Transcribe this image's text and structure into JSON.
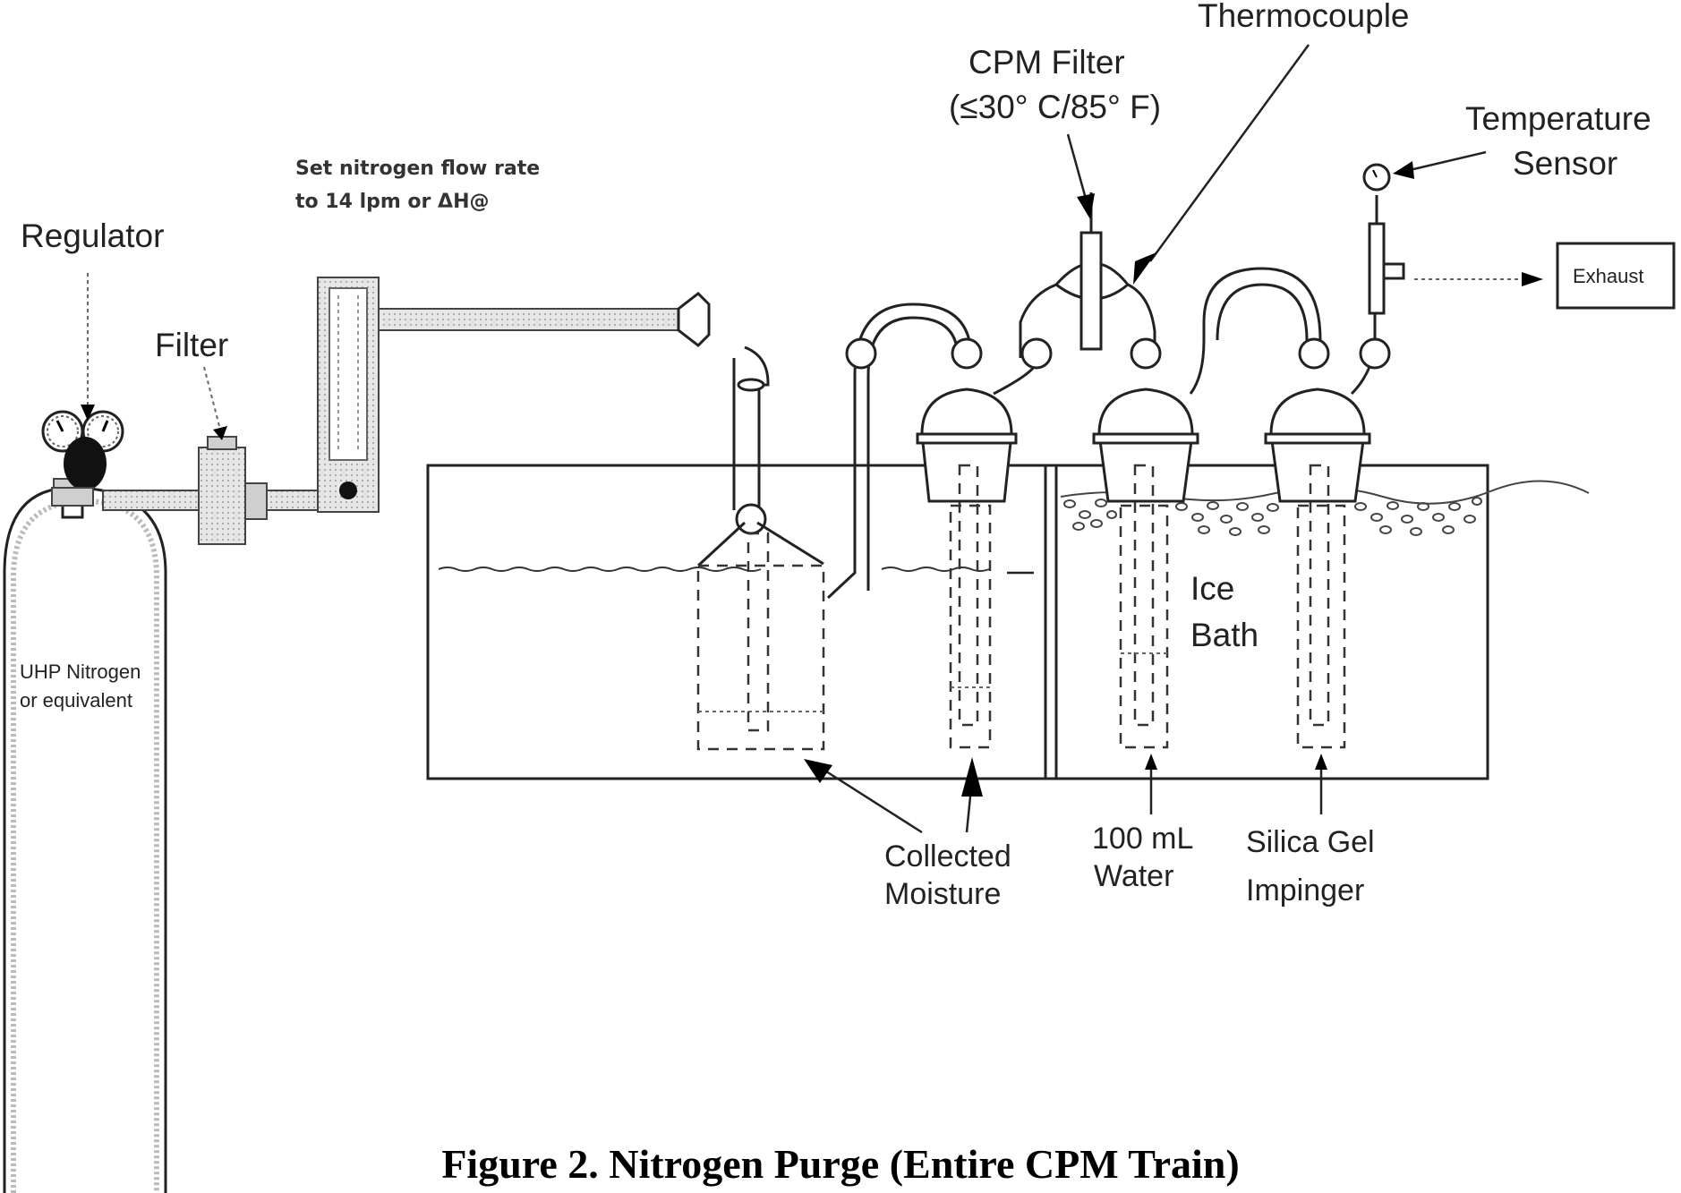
{
  "labels": {
    "regulator": "Regulator",
    "filter": "Filter",
    "flow_note_line1": "Set nitrogen flow rate",
    "flow_note_line2": "to 14 lpm or ΔH@",
    "cylinder_line1": "UHP Nitrogen",
    "cylinder_line2": "or equivalent",
    "cpm_filter_line1": "CPM Filter",
    "cpm_filter_line2": "(≤30° C/85° F)",
    "thermocouple": "Thermocouple",
    "temperature_sensor_line1": "Temperature",
    "temperature_sensor_line2": "Sensor",
    "exhaust": "Exhaust",
    "ice_bath_line1": "Ice",
    "ice_bath_line2": "Bath",
    "collected_moisture_line1": "Collected",
    "collected_moisture_line2": "Moisture",
    "water_line1": "100 mL",
    "water_line2": "Water",
    "silica_gel_line1": "Silica Gel",
    "silica_gel_line2": "Impinger"
  },
  "caption": "Figure 2. Nitrogen Purge (Entire CPM Train)"
}
